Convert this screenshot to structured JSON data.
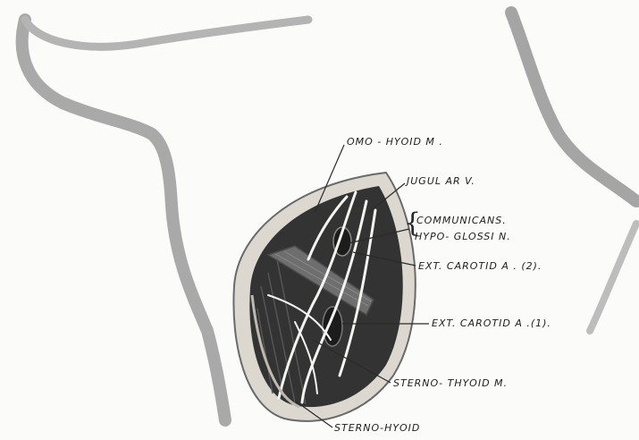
{
  "labels": {
    "omo_hyoid": "OMO - HYOID  M .",
    "jugular": "JUGUL AR  V.",
    "communicans_1": "COMMUNICANS.",
    "communicans_2": "HYPO- GLOSSI N.",
    "ext_carotid_2": "EXT. CAROTID  A . (2).",
    "ext_carotid_1": "EXT. CAROTID   A .(1).",
    "sterno_thyoid": "STERNO- THYOID  M.",
    "sterno_hyoid": "STERNO-HYOID"
  },
  "colors": {
    "background": "#fbfbfa",
    "skin_outline": "#a8a8a8",
    "wound_dark": "#2e2e2e",
    "wound_edge": "#d8d4cc",
    "leader": "#2a2a2a"
  }
}
